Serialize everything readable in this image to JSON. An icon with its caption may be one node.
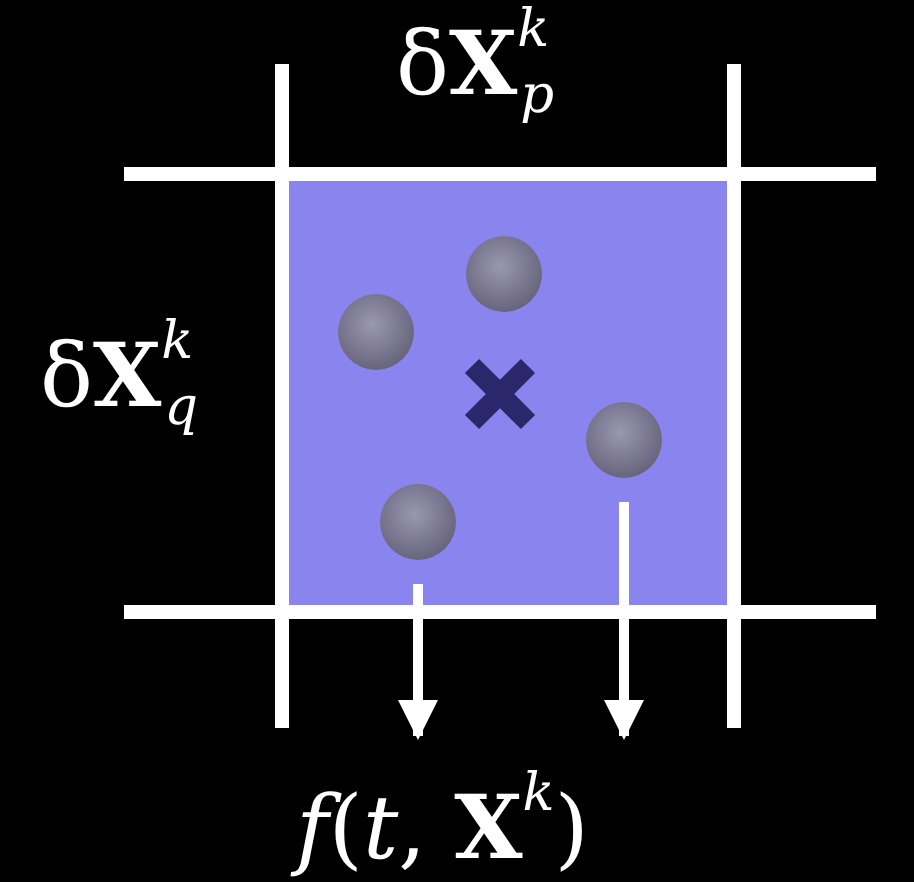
{
  "diagram": {
    "nodes": [
      {
        "text": [],
        "shape": "box"
      },
      {
        "text": [],
        "shape": "circle",
        "in": 0
      },
      {
        "text": [],
        "shape": "circle",
        "in": 0
      },
      {
        "text": [],
        "shape": "circle",
        "in": 0
      },
      {
        "text": [],
        "shape": "circle",
        "in": 0
      },
      {
        "text": [
          "*f*(*t*, **X**$^{k}$)"
        ]
      }
    ],
    "edges": [
      {
        "from": 2,
        "to": 5,
        "arrow": "to"
      },
      {
        "from": 4,
        "to": 5,
        "arrow": "to"
      }
    ],
    "labels": [
      "δ**X**$^{k}$$_{p}$",
      "δ**X**$^{k}$$_{q}$"
    ]
  }
}
